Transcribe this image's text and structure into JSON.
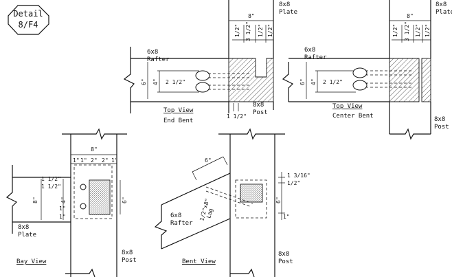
{
  "detail_badge": {
    "line1": "Detail",
    "line2": "8/F4"
  },
  "end_bent": {
    "rafter_label": [
      "6x8",
      "Rafter"
    ],
    "plate_label": [
      "8x8",
      "Plate"
    ],
    "post_label": [
      "8x8",
      "Post"
    ],
    "top_dim": "8\"",
    "plate_dims": [
      "1/2\"",
      "3 1/2\"",
      "1/2\"",
      "1/2\""
    ],
    "depth_dims": [
      "6\"",
      "4\"",
      "2 1/2\""
    ],
    "bottom_dim": "1 1/2\"",
    "view_title": [
      "Top View",
      "End Bent"
    ]
  },
  "center_bent": {
    "rafter_label": [
      "6x8",
      "Rafter"
    ],
    "plate_label": [
      "8x8",
      "Plate"
    ],
    "post_label": [
      "8x8",
      "Post"
    ],
    "top_dim": "8\"",
    "plate_dims": [
      "1/2\"",
      "3 1/2\"",
      "1/2\"",
      "1/2\""
    ],
    "depth_dims": [
      "6\"",
      "4\"",
      "2 1/2\""
    ],
    "view_title": [
      "Top View",
      "Center Bent"
    ]
  },
  "bay_view": {
    "top_dim": "8\"",
    "top_dims": [
      "1\"",
      "1\"",
      "2\"",
      "2\"",
      "1\""
    ],
    "left_dims": [
      "1 1/2\"",
      "1 1/2\""
    ],
    "height_dims": [
      "8\"",
      "4\"",
      "6\""
    ],
    "bottom_dims": [
      "1\"",
      "1\""
    ],
    "plate_label": [
      "8x8",
      "Plate"
    ],
    "post_label": [
      "8x8",
      "Post"
    ],
    "view_title": "Bay View"
  },
  "bent_view": {
    "slope_dim": "6\"",
    "right_dims": [
      "1 3/16\"",
      "1/2\""
    ],
    "post_dim": "6\"",
    "bottom_dim": "1\"",
    "bolt_label": [
      "1/2\"x8\"",
      "Lag"
    ],
    "rafter_label": [
      "6x8",
      "Rafter"
    ],
    "post_label": [
      "8x8",
      "Post"
    ],
    "view_title": "Bent View"
  }
}
